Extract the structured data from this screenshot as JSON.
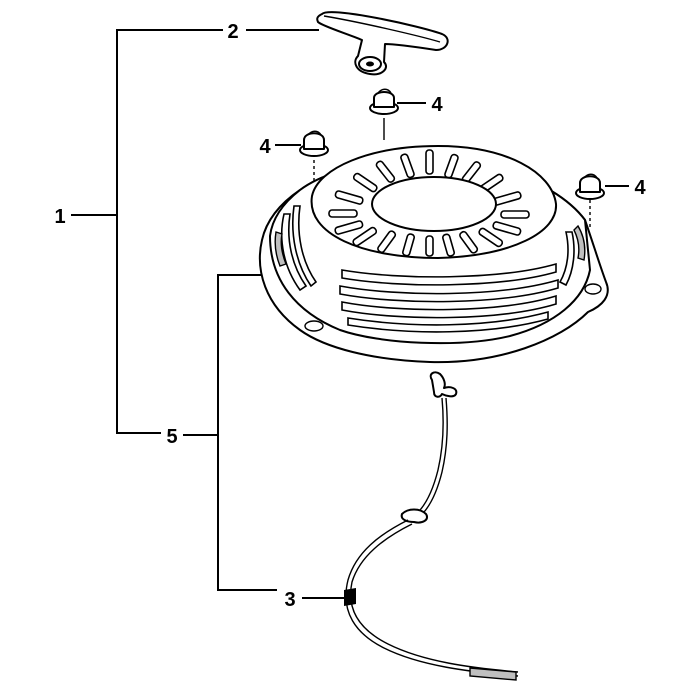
{
  "callouts": {
    "assembly": "1",
    "grip": "2",
    "rope": "3",
    "nut_top": "4",
    "nut_left": "4",
    "nut_right": "4",
    "reel": "5"
  },
  "colors": {
    "ink": "#000000",
    "paper": "#ffffff",
    "shade": "#bfbfbf"
  }
}
